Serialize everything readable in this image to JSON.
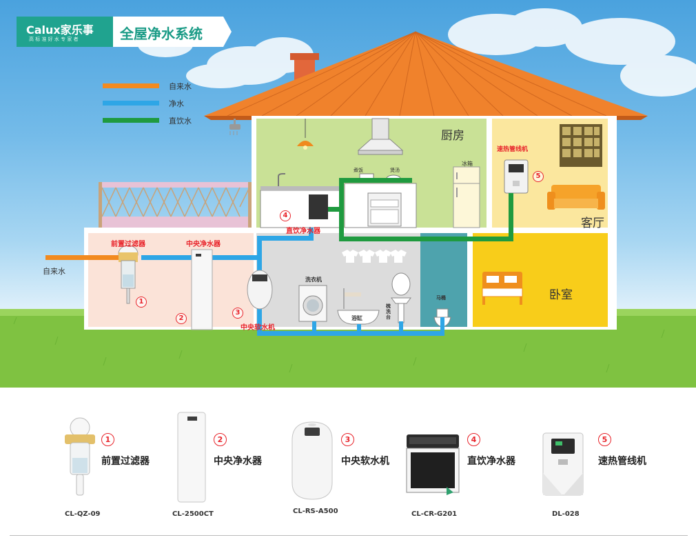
{
  "header": {
    "brand": "Calux家乐事",
    "brand_sub": "高 标 准 好 水 专 家 者",
    "title": "全屋净水系统"
  },
  "legend": [
    {
      "label": "自来水",
      "color": "#f28a1f"
    },
    {
      "label": "净水",
      "color": "#2ea6e6"
    },
    {
      "label": "直饮水",
      "color": "#1f9a3f"
    }
  ],
  "rooms": {
    "kitchen": "厨房",
    "living": "客厅",
    "bedroom": "卧室"
  },
  "inlet_label": "自来水",
  "scene_labels": {
    "pre_filter": "前置过滤器",
    "central_purifier": "中央净水器",
    "softener": "中央软水机",
    "direct_purifier": "直饮净水器",
    "heater": "速热管线机",
    "washing_machine": "洗衣机",
    "bathtub": "浴缸",
    "basin": "梳洗台",
    "toilet": "马桶",
    "cooking": "煮饭",
    "soup": "煲汤",
    "fridge": "冰箱"
  },
  "numbers": [
    "1",
    "2",
    "3",
    "4",
    "5"
  ],
  "products": [
    {
      "num": "1",
      "name": "前置过滤器",
      "model": "CL-QZ-09"
    },
    {
      "num": "2",
      "name": "中央净水器",
      "model": "CL-2500CT"
    },
    {
      "num": "3",
      "name": "中央软水机",
      "model": "CL-RS-A500"
    },
    {
      "num": "4",
      "name": "直饮净水器",
      "model": "CL-CR-G201"
    },
    {
      "num": "5",
      "name": "速热管线机",
      "model": "DL-028"
    }
  ]
}
